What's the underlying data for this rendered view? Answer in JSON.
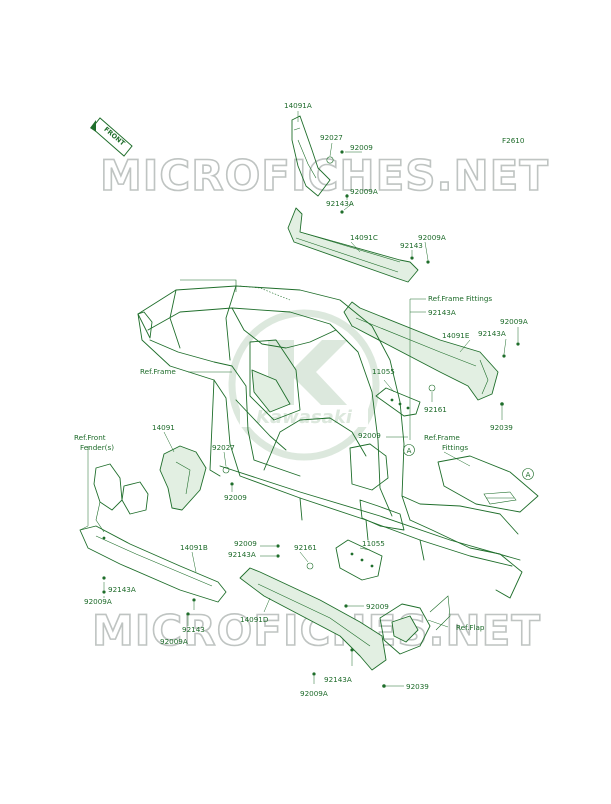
{
  "diagram_code": "F2610",
  "watermark_text": "MICROFICHES.NET",
  "logo_text": "Kawasaki",
  "front_arrow_text": "FRONT",
  "circle_ref": "A",
  "colors": {
    "line": "#1f6e2b",
    "label": "#1e6b2a",
    "watermark": "#bfc4c2",
    "logo": "#d9e6da"
  },
  "labels": {
    "p14091A": "14091A",
    "p92027_top": "92027",
    "p92009_top": "92009",
    "p92009A_1": "92009A",
    "p92143A_1": "92143A",
    "p14091C": "14091C",
    "p92009A_2": "92009A",
    "p92143_1": "92143",
    "ref_frame_fittings_1": "Ref.Frame Fittings",
    "p92143A_2": "92143A",
    "p92009A_3": "92009A",
    "p14091E": "14091E",
    "p92143A_3": "92143A",
    "ref_frame": "Ref.Frame",
    "p11055_1": "11055",
    "p92161_1": "92161",
    "p92039_1": "92039",
    "p92009_2": "92009",
    "ref_frame_fittings_2a": "Ref.Frame",
    "ref_frame_fittings_2b": "Fittings",
    "p14091": "14091",
    "p92027_2": "92027",
    "ref_front_fender_a": "Ref.Front",
    "ref_front_fender_b": "Fender(s)",
    "p92009_3": "92009",
    "p92009_4": "92009",
    "p92143A_4": "92143A",
    "p92161_2": "92161",
    "p11055_2": "11055",
    "p14091B": "14091B",
    "p92143A_5": "92143A",
    "p92009A_4": "92009A",
    "p92143_2": "92143",
    "p92009A_5": "92009A",
    "p14091D": "14091D",
    "p92009_5": "92009",
    "ref_flap": "Ref.Flap",
    "p92143A_6": "92143A",
    "p92009A_6": "92009A",
    "p92039_2": "92039"
  }
}
